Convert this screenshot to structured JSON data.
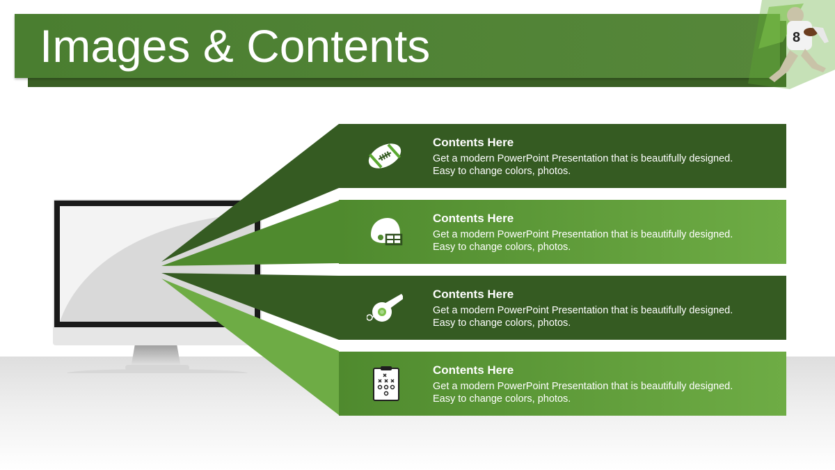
{
  "slide": {
    "title": "Images & Contents"
  },
  "rows": [
    {
      "icon": "football-icon",
      "title": "Contents Here",
      "line1": "Get a modern PowerPoint  Presentation that is beautifully designed.",
      "line2": "Easy to change colors, photos."
    },
    {
      "icon": "helmet-icon",
      "title": "Contents Here",
      "line1": "Get a modern PowerPoint  Presentation that is beautifully designed.",
      "line2": "Easy to change colors, photos."
    },
    {
      "icon": "whistle-icon",
      "title": "Contents Here",
      "line1": "Get a modern PowerPoint  Presentation that is beautifully designed.",
      "line2": "Easy to change colors, photos."
    },
    {
      "icon": "playbook-clipboard-icon",
      "title": "Contents Here",
      "line1": "Get a modern PowerPoint  Presentation that is beautifully designed.",
      "line2": "Easy to change colors, photos."
    }
  ],
  "colors": {
    "title_bar": "#4f8434",
    "dark_row": "#355b22",
    "light_row": "#6eac45"
  }
}
